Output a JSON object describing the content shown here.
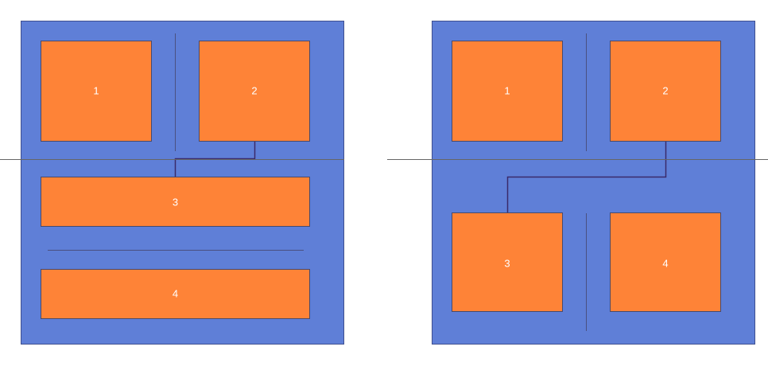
{
  "colors": {
    "background": "#ffffff",
    "panel_fill": "#5f7fd7",
    "panel_stroke": "#3f4f8f",
    "box_fill": "#fe8337",
    "box_stroke": "#4a4a6a",
    "divider": "#4a5080",
    "connector": "#3a2a6a",
    "horizon_line": "#666666",
    "label_text": "#ffffff"
  },
  "left_panel": {
    "boxes": [
      {
        "label": "1"
      },
      {
        "label": "2"
      },
      {
        "label": "3"
      },
      {
        "label": "4"
      }
    ]
  },
  "right_panel": {
    "boxes": [
      {
        "label": "1"
      },
      {
        "label": "2"
      },
      {
        "label": "3"
      },
      {
        "label": "4"
      }
    ]
  }
}
